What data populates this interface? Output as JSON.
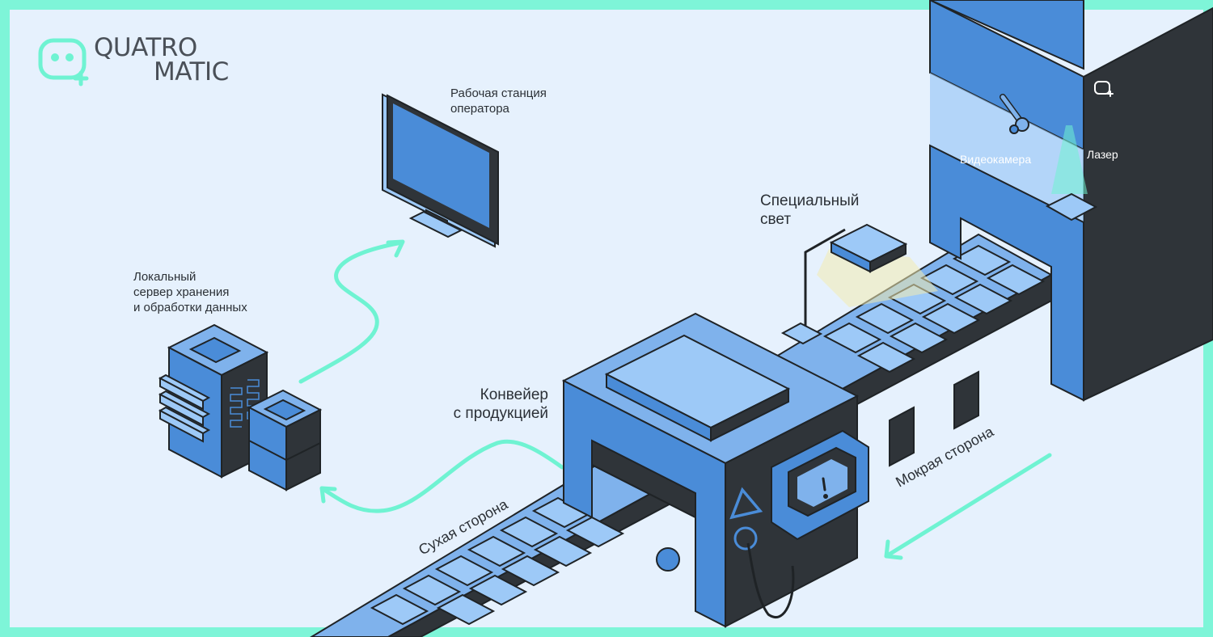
{
  "brand": {
    "line1": "QUATRO",
    "line2": "MATIC",
    "logo_icon": "robot-face-plus-icon"
  },
  "labels": {
    "workstation": "Рабочая станция\nоператора",
    "server": "Локальный\nсервер хранения\nи обработки данных",
    "conveyor": "Конвейер\nс продукцией",
    "special_light": "Специальный\nсвет",
    "camera": "Видеокамера",
    "laser": "Лазер",
    "dry_side": "Сухая сторона",
    "wet_side": "Мокрая сторона"
  },
  "icons": {
    "warning": "exclamation-icon",
    "triangle": "triangle-icon",
    "arrow": "flow-arrow-icon"
  },
  "colors": {
    "frame": "#7ef5d8",
    "background": "#e6f1fd",
    "machine_blue": "#4a8cd8",
    "machine_dark": "#2f3439",
    "tile_blue": "#9dc9f7",
    "arrow": "#6ff3d2",
    "text": "#2b3036"
  }
}
